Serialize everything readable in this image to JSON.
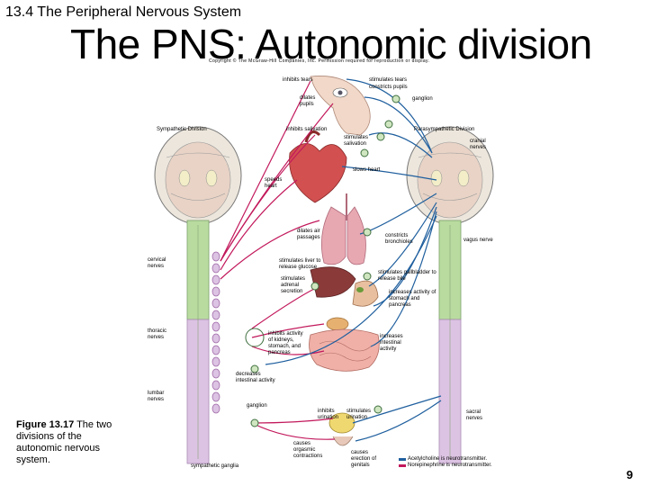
{
  "header": {
    "section_title": "13.4 The Peripheral Nervous System",
    "main_title": "The PNS: Autonomic division",
    "copyright": "Copyright © The McGraw-Hill Companies, Inc. Permission required for reproduction or display."
  },
  "caption": {
    "figure_label": "Figure 13.17",
    "figure_text": "The two divisions of the autonomic nervous system."
  },
  "page_number": "9",
  "colors": {
    "sympathetic": "#c2185b",
    "parasympathetic": "#1f5f9e",
    "spinal_cord": "#b9dba0",
    "spinal_cord_lower": "#dcc3e3",
    "ganglion": "#3f6f3f"
  },
  "labels": {
    "inhibits_tears": "inhibits tears",
    "stimulates_tears": "stimulates tears",
    "constricts_pupils": "constricts pupils",
    "dilates_pupils": "dilates pupils",
    "ganglion_top": "ganglion",
    "sympathetic_division": "Sympathetic Division",
    "inhibits_salivation": "inhibits salivation",
    "parasympathetic_division": "Parasympathetic Division",
    "stimulates_salivation": "stimulates salivation",
    "cranial_nerves": "cranial nerves",
    "slows_heart": "slows heart",
    "speeds_heart": "speeds heart",
    "dilates_air_passages": "dilates air passages",
    "constricts_bronchioles": "constricts bronchioles",
    "vagus_nerve": "vagus nerve",
    "cervical_nerves": "cervical nerves",
    "stimulates_liver": "stimulates liver to release glucose",
    "stimulates_gallbladder": "stimulates gallbladder to release bile",
    "stimulates_adrenal": "stimulates adrenal secretion",
    "increases_activity_stomach": "increases activity of stomach and pancreas",
    "thoracic_nerves": "thoracic nerves",
    "inhibits_activity_kidneys": "inhibits activity of kidneys, stomach, and pancreas",
    "increases_intestinal": "increases intestinal activity",
    "decreases_intestinal": "decreases intestinal activity",
    "lumbar_nerves": "lumbar nerves",
    "ganglion_lower": "ganglion",
    "inhibits_urination": "inhibits urination",
    "stimulates_urination": "stimulates urination",
    "sacral_nerves": "sacral nerves",
    "causes_orgasmic": "causes orgasmic contractions",
    "causes_erection": "causes erection of genitals",
    "sympathetic_ganglia": "sympathetic ganglia",
    "legend_acetylcholine": "Acetylcholine is neurotransmitter.",
    "legend_norepinephrine": "Norepinephrine is neurotransmitter."
  }
}
